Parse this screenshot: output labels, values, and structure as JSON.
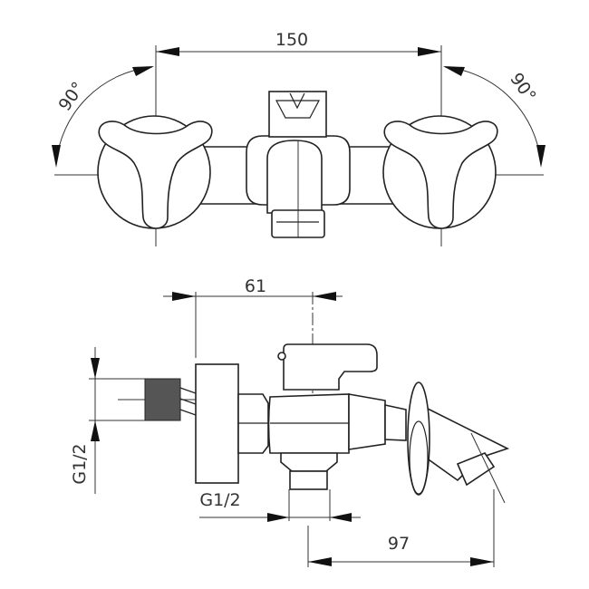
{
  "drawing": {
    "top_view": {
      "width_dimension": "150",
      "left_rotation_angle": "90°",
      "right_rotation_angle": "90°"
    },
    "side_view": {
      "depth_dimension": "61",
      "inlet_thread": "G1/2",
      "outlet_thread": "G1/2",
      "spout_reach_dimension": "97"
    },
    "colors": {
      "line": "#333333",
      "background": "#ffffff"
    }
  }
}
